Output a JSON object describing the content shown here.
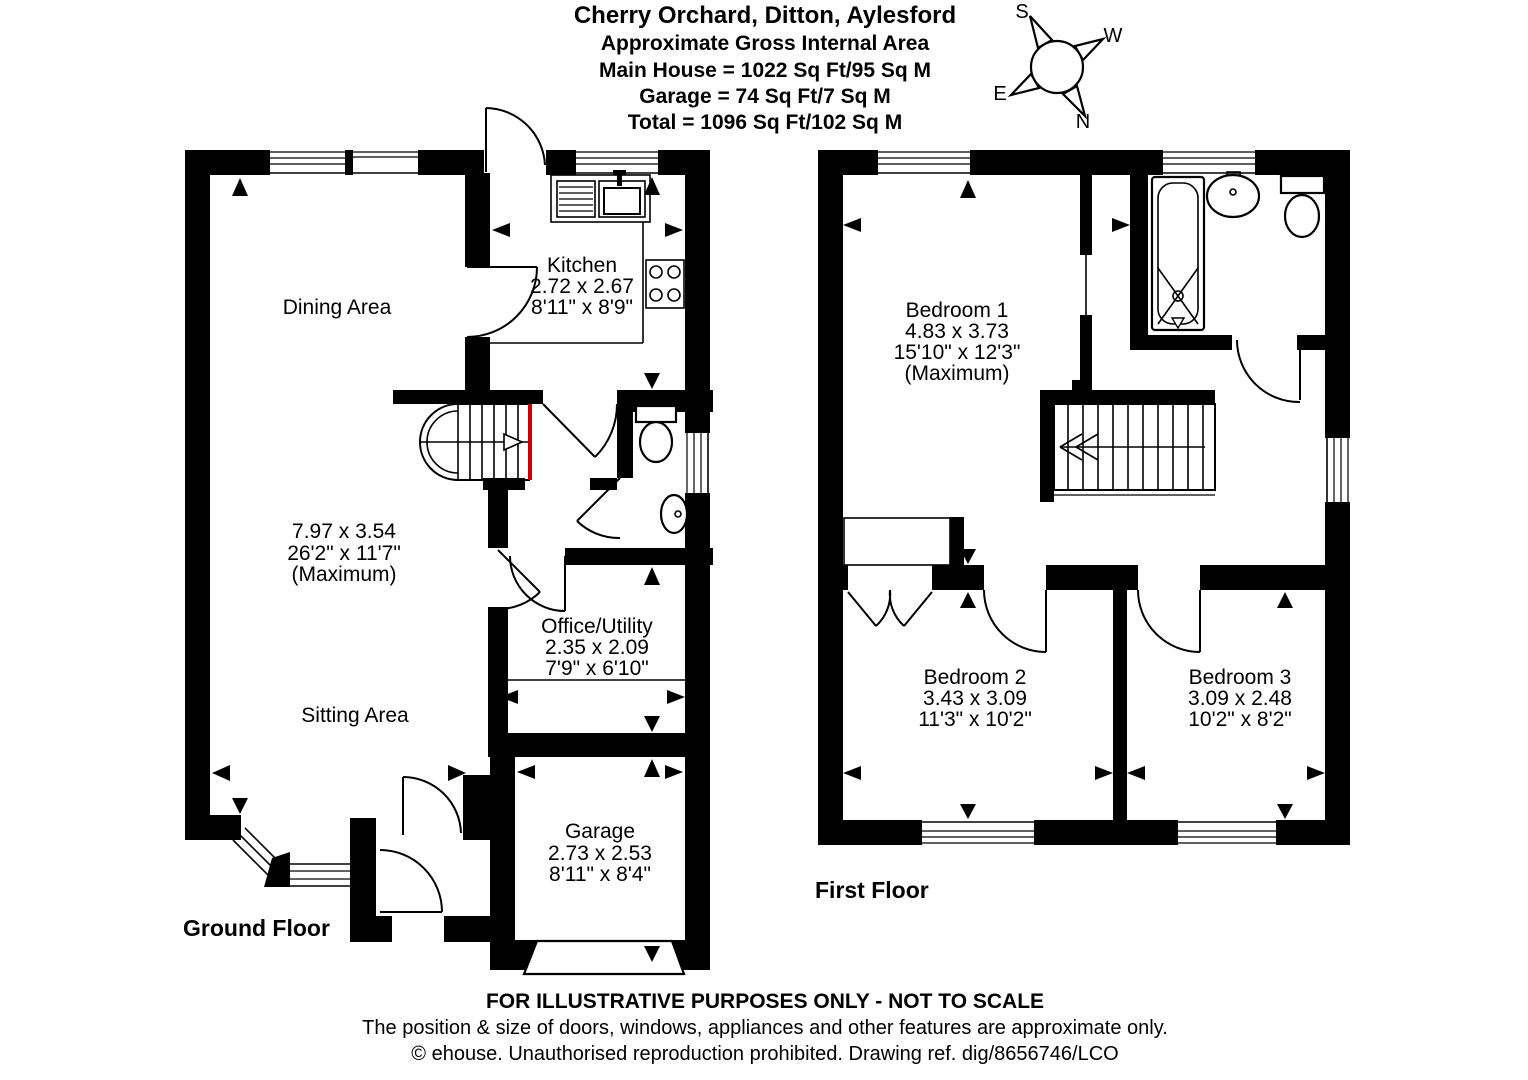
{
  "header": {
    "line1": "Cherry Orchard, Ditton, Aylesford",
    "line2": "Approximate Gross Internal Area",
    "line3": "Main House = 1022 Sq Ft/95 Sq M",
    "line4": "Garage = 74 Sq Ft/7 Sq M",
    "line5": "Total = 1096 Sq Ft/102 Sq M"
  },
  "compass": {
    "n": "N",
    "s": "S",
    "e": "E",
    "w": "W"
  },
  "ground_floor": {
    "label": "Ground Floor",
    "dining": {
      "name": "Dining Area"
    },
    "kitchen": {
      "name": "Kitchen",
      "metric": "2.72 x 2.67",
      "imperial": "8'11\" x 8'9\""
    },
    "reception": {
      "metric": "7.97 x 3.54",
      "imperial": "26'2\" x 11'7\"",
      "note": "(Maximum)"
    },
    "sitting": {
      "name": "Sitting Area"
    },
    "office": {
      "name": "Office/Utility",
      "metric": "2.35 x 2.09",
      "imperial": "7'9\" x 6'10\""
    },
    "garage": {
      "name": "Garage",
      "metric": "2.73 x 2.53",
      "imperial": "8'11\" x 8'4\""
    }
  },
  "first_floor": {
    "label": "First Floor",
    "bedroom1": {
      "name": "Bedroom 1",
      "metric": "4.83 x 3.73",
      "imperial": "15'10\" x 12'3\"",
      "note": "(Maximum)"
    },
    "bedroom2": {
      "name": "Bedroom 2",
      "metric": "3.43 x 3.09",
      "imperial": "11'3\" x 10'2\""
    },
    "bedroom3": {
      "name": "Bedroom 3",
      "metric": "3.09 x 2.48",
      "imperial": "10'2\" x 8'2\""
    }
  },
  "footer": {
    "line1": "FOR ILLUSTRATIVE PURPOSES ONLY - NOT TO SCALE",
    "line2": "The position & size of doors, windows, appliances and other features are approximate only.",
    "line3": "© ehouse. Unauthorised reproduction prohibited. Drawing ref. dig/8656746/LCO"
  },
  "colors": {
    "wall": "#000000",
    "background": "#ffffff",
    "stair_accent": "#cc0000"
  }
}
